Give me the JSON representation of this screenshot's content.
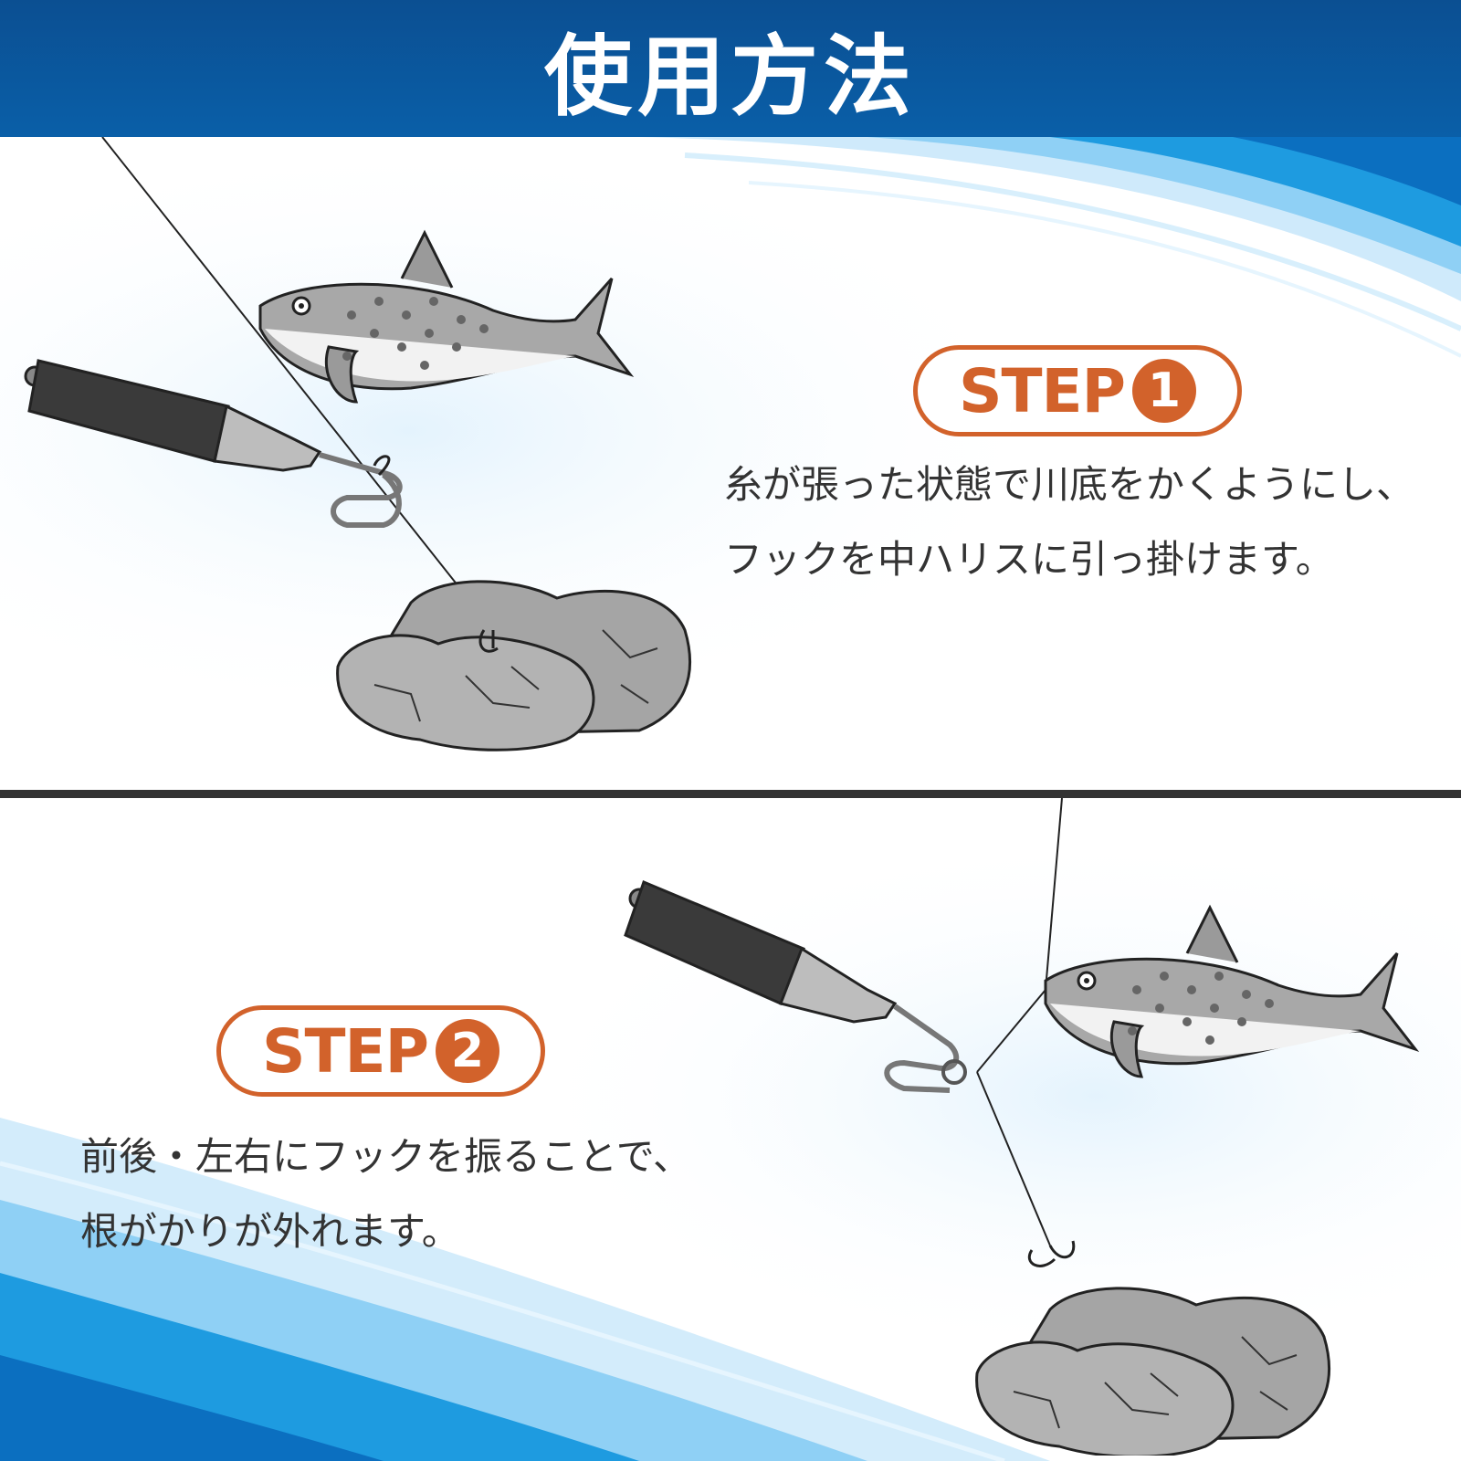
{
  "header": {
    "title": "使用方法"
  },
  "step1": {
    "label": "STEP",
    "number": "1",
    "line1": "糸が張った状態で川底をかくようにし、",
    "line2": "フックを中ハリスに引っ掛けます。"
  },
  "step2": {
    "label": "STEP",
    "number": "2",
    "line1": "前後・左右にフックを振ることで、",
    "line2": "根がかりが外れます。"
  },
  "colors": {
    "header_blue": "#0b4f92",
    "accent_orange": "#d2622b",
    "wave_blue": "#1e9be0",
    "text": "#333333"
  }
}
